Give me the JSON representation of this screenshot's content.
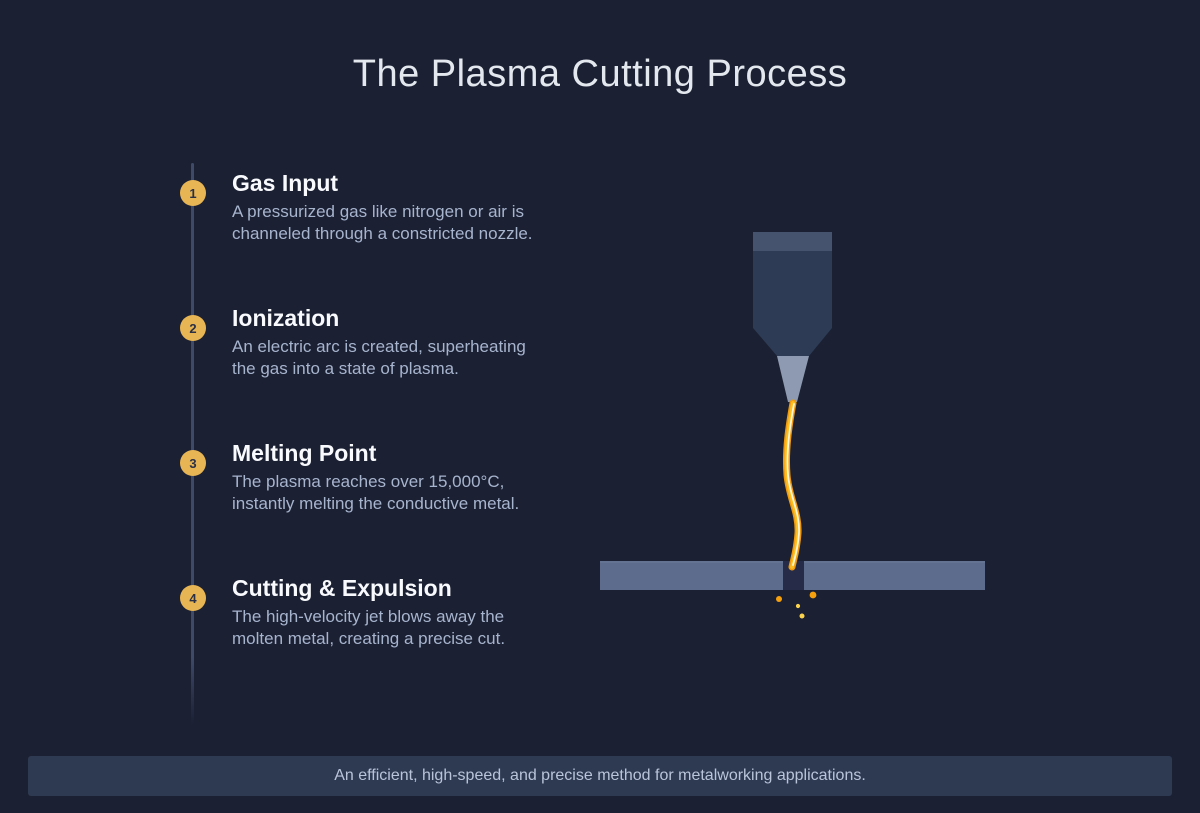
{
  "title": "The Plasma Cutting Process",
  "steps": [
    {
      "number": "1",
      "title": "Gas Input",
      "desc_line1": "A pressurized gas like nitrogen or air is",
      "desc_line2": "channeled through a constricted nozzle."
    },
    {
      "number": "2",
      "title": "Ionization",
      "desc_line1": "An electric arc is created, superheating",
      "desc_line2": "the gas into a state of plasma."
    },
    {
      "number": "3",
      "title": "Melting Point",
      "desc_line1": "The plasma reaches over 15,000°C,",
      "desc_line2": "instantly melting the conductive metal."
    },
    {
      "number": "4",
      "title": "Cutting & Expulsion",
      "desc_line1": "The high-velocity jet blows away the",
      "desc_line2": "molten metal, creating a precise cut."
    }
  ],
  "footer": {
    "text": "An efficient, high-speed, and precise method for metalworking applications."
  },
  "illustration": {
    "name": "plasma-torch-cutting-metal-plate"
  },
  "colors": {
    "bg": "#1b2033",
    "title_text": "#e3e7ee",
    "heading_text": "#f8fafd",
    "body_text": "#a7b4ce",
    "accent_gold": "#e8b554",
    "number_text": "#2a3147",
    "timeline": "#3e4a68",
    "footer_bg": "#2e3a52",
    "footer_text": "#b9c4da",
    "torch_cap": "#45536f",
    "torch_body": "#2d3b55",
    "nozzle": "#8d9ab1",
    "plasma_outer": "#ef9b0f",
    "plasma_mid": "#fbbf24",
    "plasma_core": "#fff6d8",
    "metal": "#5d6b8c",
    "metal_highlight": "#6e7b99",
    "cut_gap": "#262c47",
    "spark_orange": "#f5a00c",
    "spark_yellow": "#fcd34d"
  }
}
